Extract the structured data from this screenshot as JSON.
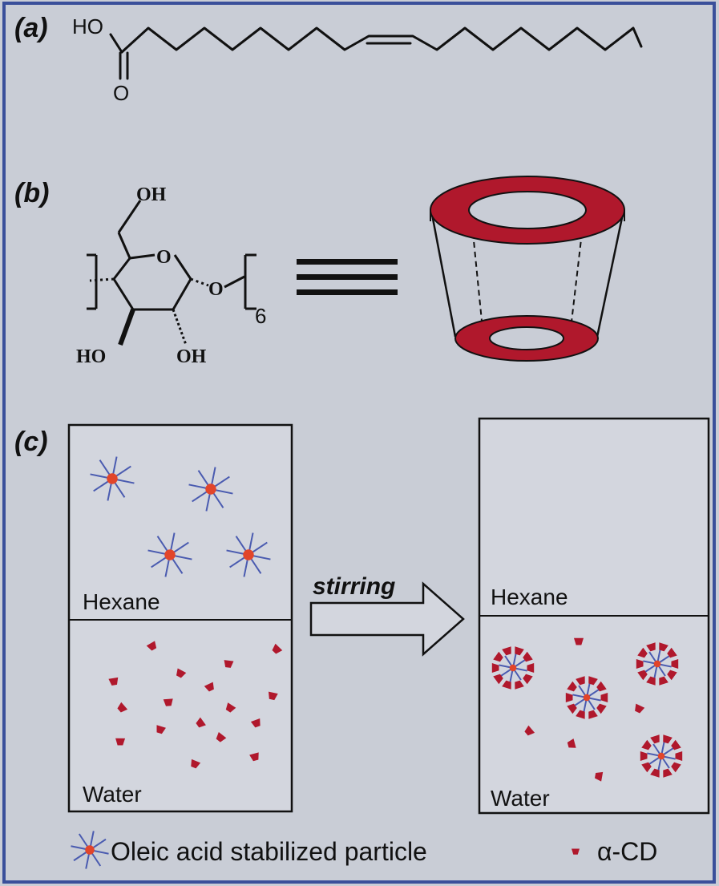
{
  "panels": {
    "a": {
      "label": "(a)",
      "atoms": {
        "hydroxyl": "HO",
        "oxygen": "O"
      }
    },
    "b": {
      "label": "(b)",
      "atoms": {
        "oh_top": "OH",
        "ring_oxygen": "O",
        "glycosidic_oxygen": "O",
        "oh_left": "HO",
        "oh_right": "OH"
      },
      "repeat": "6"
    },
    "c": {
      "label": "(c)",
      "before": {
        "top_phase": "Hexane",
        "bottom_phase": "Water"
      },
      "arrow_label": "stirring",
      "after": {
        "top_phase": "Hexane",
        "bottom_phase": "Water"
      }
    }
  },
  "legend": {
    "particle": "Oleic acid stabilized particle",
    "cd": "α-CD"
  },
  "colors": {
    "frame": "#3a4f9a",
    "background": "#c9cdd6",
    "panel_fill": "#d3d6de",
    "particle_core": "#e2452a",
    "particle_spoke": "#4a5bb0",
    "cyclodextrin": "#b0182c"
  }
}
